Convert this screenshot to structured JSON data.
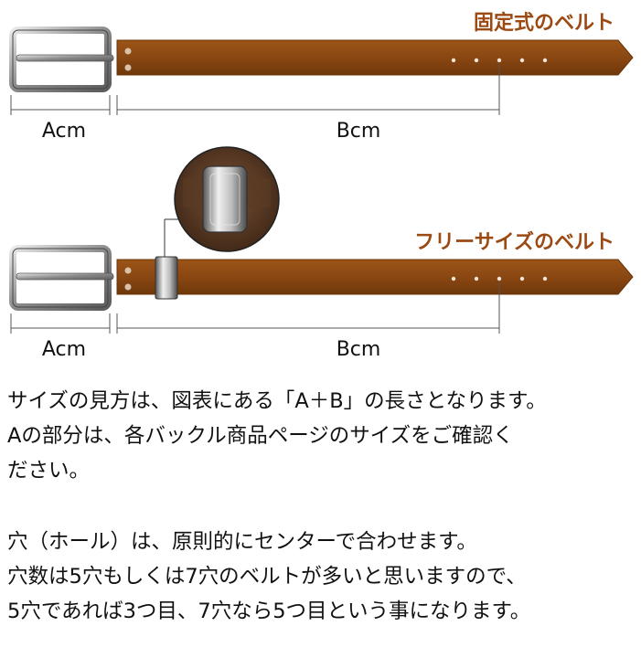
{
  "diagram": {
    "fixed": {
      "title": "固定式のベルト",
      "dim_a": "Acm",
      "dim_b": "Bcm"
    },
    "free": {
      "title": "フリーサイズのベルト",
      "dim_a": "Acm",
      "dim_b": "Bcm"
    },
    "colors": {
      "belt": "#8a4712",
      "belt_edge": "#6b3408",
      "title": "#9a4a12",
      "buckle": "#8c8c8c",
      "dimension": "#555555"
    },
    "belt_holes": 5,
    "icons": [
      "buckle-icon",
      "clip-closeup-icon",
      "rivet-icon"
    ]
  },
  "notes": {
    "line1": "サイズの見方は、図表にある「A＋B」の長さとなります。",
    "line2": "Aの部分は、各バックル商品ページのサイズをご確認く",
    "line3": "ださい。",
    "line4": "穴（ホール）は、原則的にセンターで合わせます。",
    "line5": "穴数は5穴もしくは7穴のベルトが多いと思いますので、",
    "line6": "5穴であれば3つ目、7穴なら5つ目という事になります。"
  }
}
